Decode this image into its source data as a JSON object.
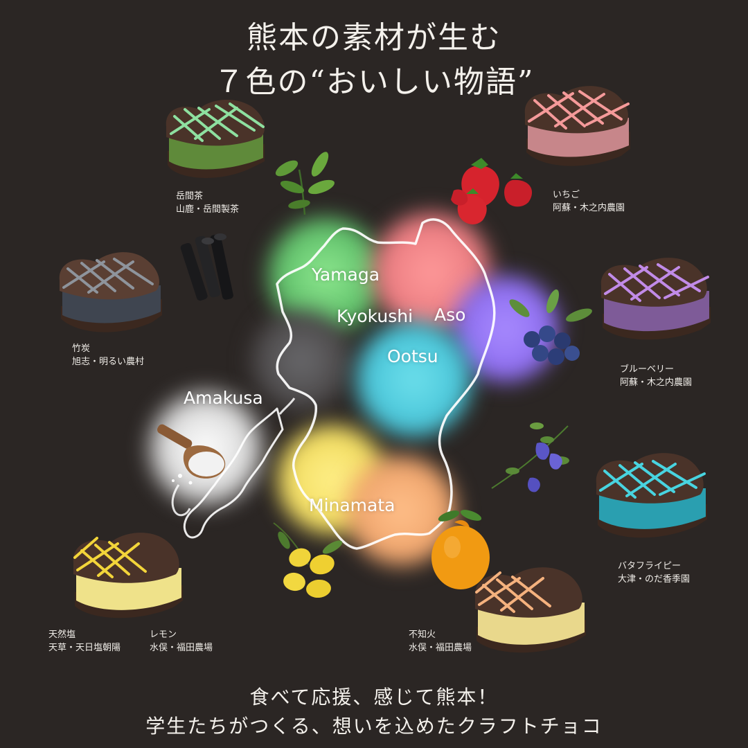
{
  "title": {
    "line1": "熊本の素材が生む",
    "line2": "７色の“おいしい物語”"
  },
  "regions": {
    "yamaga": "Yamaga",
    "kyokushi": "Kyokushi",
    "aso": "Aso",
    "ootsu": "Ootsu",
    "amakusa": "Amakusa",
    "minamata": "Minamata"
  },
  "products": [
    {
      "name": "岳間茶",
      "origin": "山鹿・岳間製茶",
      "color": "#7fd48a"
    },
    {
      "name": "いちご",
      "origin": "阿蘇・木之内農園",
      "color": "#f08c8c"
    },
    {
      "name": "竹炭",
      "origin": "旭志・明るい農村",
      "color": "#8a8f96"
    },
    {
      "name": "ブルーベリー",
      "origin": "阿蘇・木之内農園",
      "color": "#b77fe0"
    },
    {
      "name": "バタフライピー",
      "origin": "大津・のだ香季園",
      "color": "#35c6d6"
    },
    {
      "name": "天然塩",
      "origin": "天草・天日塩朝陽",
      "color": "#e8e8e8"
    },
    {
      "name": "レモン",
      "origin": "水俣・福田農場",
      "color": "#f1df3c"
    },
    {
      "name": "不知火",
      "origin": "水俣・福田農場",
      "color": "#f3b27a"
    }
  ],
  "footer": {
    "line1": "食べて応援、感じて熊本！",
    "line2": "学生たちがつくる、想いを込めたクラフトチョコ"
  },
  "colors": {
    "background": "#2b2624",
    "cookie": "#4a3329",
    "text": "#f4f1ec"
  }
}
